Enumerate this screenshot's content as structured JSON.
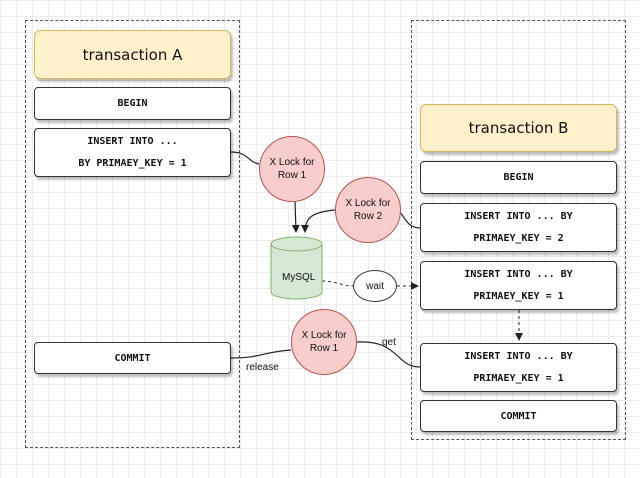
{
  "transaction_a": {
    "title": "transaction A",
    "begin": "BEGIN",
    "insert_line1": "INSERT INTO ...",
    "insert_line2": "BY PRIMAEY_KEY = 1",
    "commit": "COMMIT"
  },
  "transaction_b": {
    "title": "transaction B",
    "begin": "BEGIN",
    "insert1_line1": "INSERT INTO ... BY",
    "insert1_line2": "PRIMAEY_KEY = 2",
    "insert2_line1": "INSERT INTO ... BY",
    "insert2_line2": "PRIMAEY_KEY = 1",
    "insert3_line1": "INSERT INTO ... BY",
    "insert3_line2": "PRIMAEY_KEY = 1",
    "commit": "COMMIT"
  },
  "locks": {
    "row1_top": [
      "X Lock for",
      "Row 1"
    ],
    "row2": [
      "X Lock for",
      "Row 2"
    ],
    "row1_bottom": [
      "X Lock for",
      "Row 1"
    ]
  },
  "database": {
    "label": "MySQL"
  },
  "nodes": {
    "wait": "wait"
  },
  "edge_labels": {
    "release": "release",
    "get": "get"
  },
  "colors": {
    "title_fill": "#fff1cc",
    "title_stroke": "#d6b656",
    "lock_fill": "#f8cecc",
    "lock_stroke": "#b85450",
    "db_fill": "#d5e8d4",
    "db_stroke": "#82b366"
  }
}
